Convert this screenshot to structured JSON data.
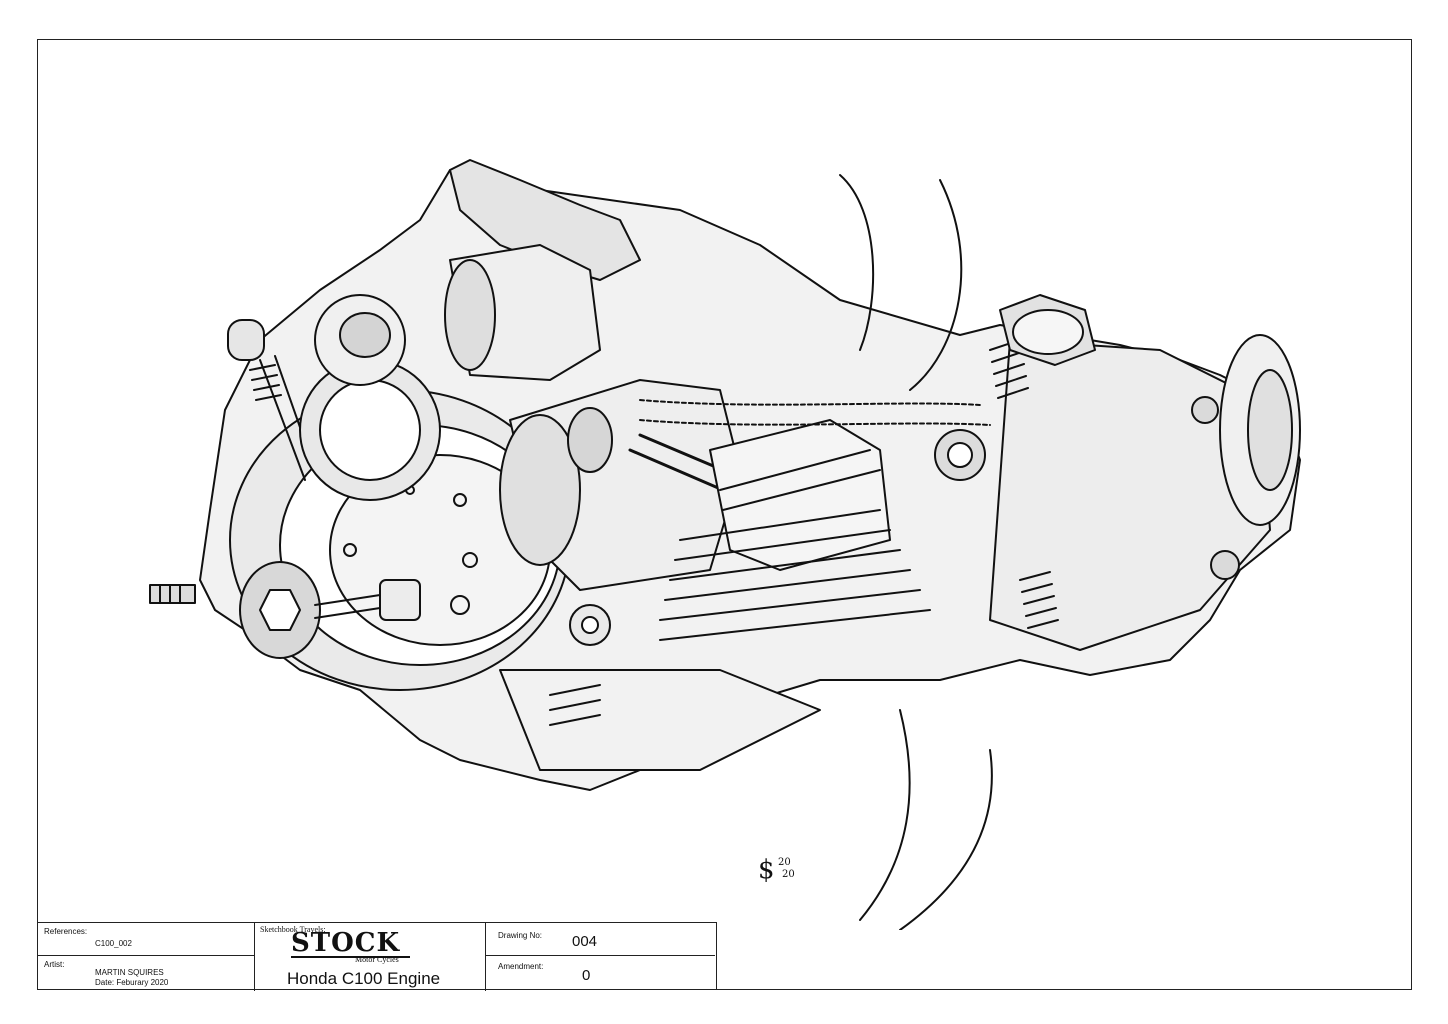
{
  "title_block": {
    "references_label": "References:",
    "references_value": "C100_002",
    "artist_label": "Artist:",
    "artist_value": "MARTIN SQUIRES",
    "date_value": "Date: Feburary 2020",
    "logo_small": "Sketchbook Travels:",
    "logo_main": "STOCK",
    "logo_sub": "Motor Cycles",
    "drawing_title": "Honda C100 Engine",
    "drawing_no_label": "Drawing No:",
    "drawing_no_value": "004",
    "amendment_label": "Amendment:",
    "amendment_value": "0"
  },
  "signature": {
    "mark": "$",
    "year_top": "20",
    "year_bottom": "20"
  }
}
